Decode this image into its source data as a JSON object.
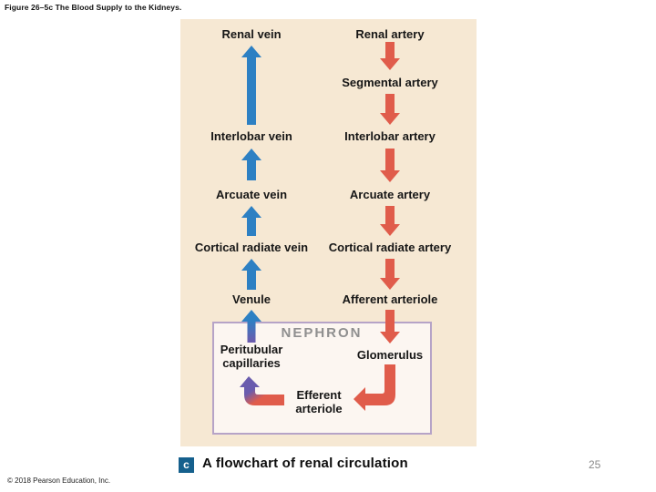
{
  "colors": {
    "vein": "#2d80c3",
    "artery": "#e05c4b",
    "capillary": "#6a5cae",
    "panel-bg": "#f6e8d3",
    "nephron-bg": "#fcf6f1",
    "nephron-border": "#b6a3c7",
    "nephron-title": "#8f8f8f",
    "badge-bg": "#15608d",
    "page-bg": "#ffffff",
    "text": "#111111",
    "page-number": "#8a8a8a"
  },
  "header": {
    "figure_title": "Figure 26–5c The Blood Supply to the Kidneys."
  },
  "caption": {
    "badge": "c",
    "text": "A flowchart of renal circulation"
  },
  "footer": {
    "copyright": "© 2018 Pearson Education, Inc.",
    "page_number": "25"
  },
  "flowchart": {
    "labels": {
      "renal_vein": "Renal vein",
      "renal_artery": "Renal artery",
      "segmental_artery": "Segmental artery",
      "interlobar_vein": "Interlobar vein",
      "interlobar_artery": "Interlobar artery",
      "arcuate_vein": "Arcuate vein",
      "arcuate_artery": "Arcuate artery",
      "cortical_radiate_vein": "Cortical radiate vein",
      "cortical_radiate_artery": "Cortical radiate artery",
      "venule": "Venule",
      "afferent_arteriole": "Afferent arteriole",
      "nephron": "NEPHRON",
      "peritubular_capillaries": "Peritubular capillaries",
      "glomerulus": "Glomerulus",
      "efferent_arteriole": "Efferent arteriole"
    },
    "connections": [
      {
        "from": "Renal artery",
        "to": "Segmental artery",
        "style": "artery-red",
        "direction": "down"
      },
      {
        "from": "Segmental artery",
        "to": "Interlobar artery",
        "style": "artery-red",
        "direction": "down"
      },
      {
        "from": "Interlobar artery",
        "to": "Arcuate artery",
        "style": "artery-red",
        "direction": "down"
      },
      {
        "from": "Arcuate artery",
        "to": "Cortical radiate artery",
        "style": "artery-red",
        "direction": "down"
      },
      {
        "from": "Cortical radiate artery",
        "to": "Afferent arteriole",
        "style": "artery-red",
        "direction": "down"
      },
      {
        "from": "Afferent arteriole",
        "to": "Glomerulus",
        "style": "artery-red",
        "direction": "down"
      },
      {
        "from": "Glomerulus",
        "to": "Efferent arteriole",
        "style": "artery-red",
        "direction": "down-then-left"
      },
      {
        "from": "Efferent arteriole",
        "to": "Peritubular capillaries",
        "style": "red-to-purple-gradient",
        "direction": "left-then-up"
      },
      {
        "from": "Peritubular capillaries",
        "to": "Venule",
        "style": "purple-to-blue-gradient",
        "direction": "up"
      },
      {
        "from": "Venule",
        "to": "Cortical radiate vein",
        "style": "vein-blue",
        "direction": "up"
      },
      {
        "from": "Cortical radiate vein",
        "to": "Arcuate vein",
        "style": "vein-blue",
        "direction": "up"
      },
      {
        "from": "Arcuate vein",
        "to": "Interlobar vein",
        "style": "vein-blue",
        "direction": "up"
      },
      {
        "from": "Interlobar vein",
        "to": "Renal vein",
        "style": "vein-blue",
        "direction": "up"
      }
    ]
  }
}
